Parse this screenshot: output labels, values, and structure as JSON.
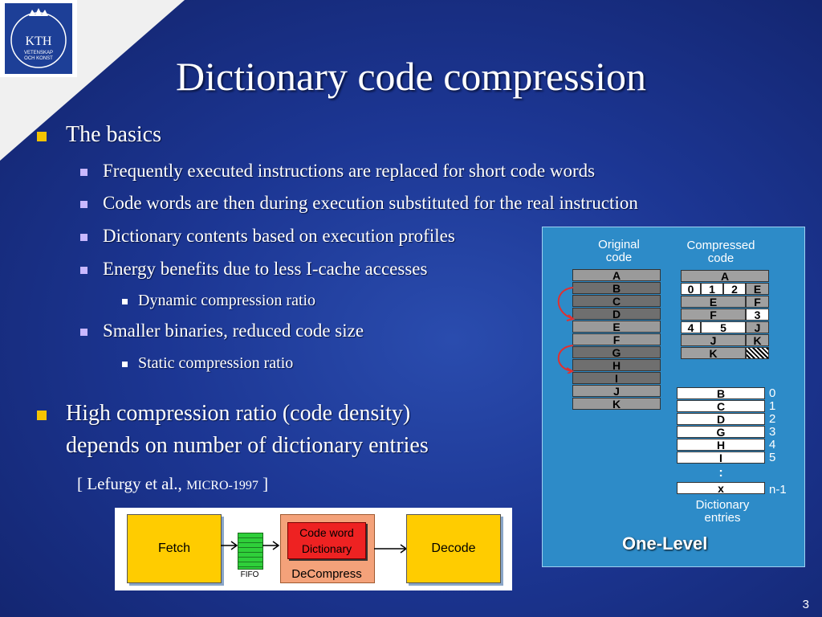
{
  "logo": {
    "name": "KTH",
    "line1": "VETENSKAP",
    "line2": "OCH KONST"
  },
  "title": "Dictionary code compression",
  "bullets": {
    "basics": "The basics",
    "sub1": "Frequently executed instructions are replaced for short code words",
    "sub2": "Code words are then during execution substituted for the real instruction",
    "sub3": "Dictionary contents based on execution profiles",
    "sub4": "Energy benefits due to less I-cache accesses",
    "sub4a": "Dynamic compression ratio",
    "sub5": "Smaller binaries, reduced code size",
    "sub5a": "Static compression ratio",
    "high1": "High compression ratio (code density)",
    "high2": "depends on number of dictionary entries",
    "ref_open": "[ Lefurgy et al., ",
    "ref_venue": "MICRO-1997",
    "ref_close": " ]"
  },
  "diagram": {
    "original_label_1": "Original",
    "original_label_2": "code",
    "compressed_label_1": "Compressed",
    "compressed_label_2": "code",
    "original_code": [
      "A",
      "B",
      "C",
      "D",
      "E",
      "F",
      "G",
      "H",
      "I",
      "J",
      "K"
    ],
    "compressed_rows": [
      [
        "A"
      ],
      [
        "0",
        "1",
        "2",
        "E"
      ],
      [
        "E",
        "F"
      ],
      [
        "F",
        "3"
      ],
      [
        "4",
        "5",
        "J"
      ],
      [
        "J",
        "K"
      ],
      [
        "K"
      ]
    ],
    "dictionary": [
      "B",
      "C",
      "D",
      "G",
      "H",
      "I"
    ],
    "dictionary_dots": ":",
    "dictionary_last": "x",
    "indices": [
      "0",
      "1",
      "2",
      "3",
      "4",
      "5"
    ],
    "last_index": "n-1",
    "dictionary_label_1": "Dictionary",
    "dictionary_label_2": "entries",
    "one_level": "One-Level"
  },
  "pipeline": {
    "fetch": "Fetch",
    "fifo": "FIFO",
    "codeword_1": "Code word",
    "codeword_2": "Dictionary",
    "decompress": "DeCompress",
    "decode": "Decode"
  },
  "page_number": "3",
  "colors": {
    "bullet1": "#f5c400",
    "bullet2": "#c9b8ff",
    "panel": "#2d8bc8",
    "box_yellow": "#ffcc00",
    "codeword_red": "#ee2222",
    "decompress_orange": "#f4a27a"
  }
}
